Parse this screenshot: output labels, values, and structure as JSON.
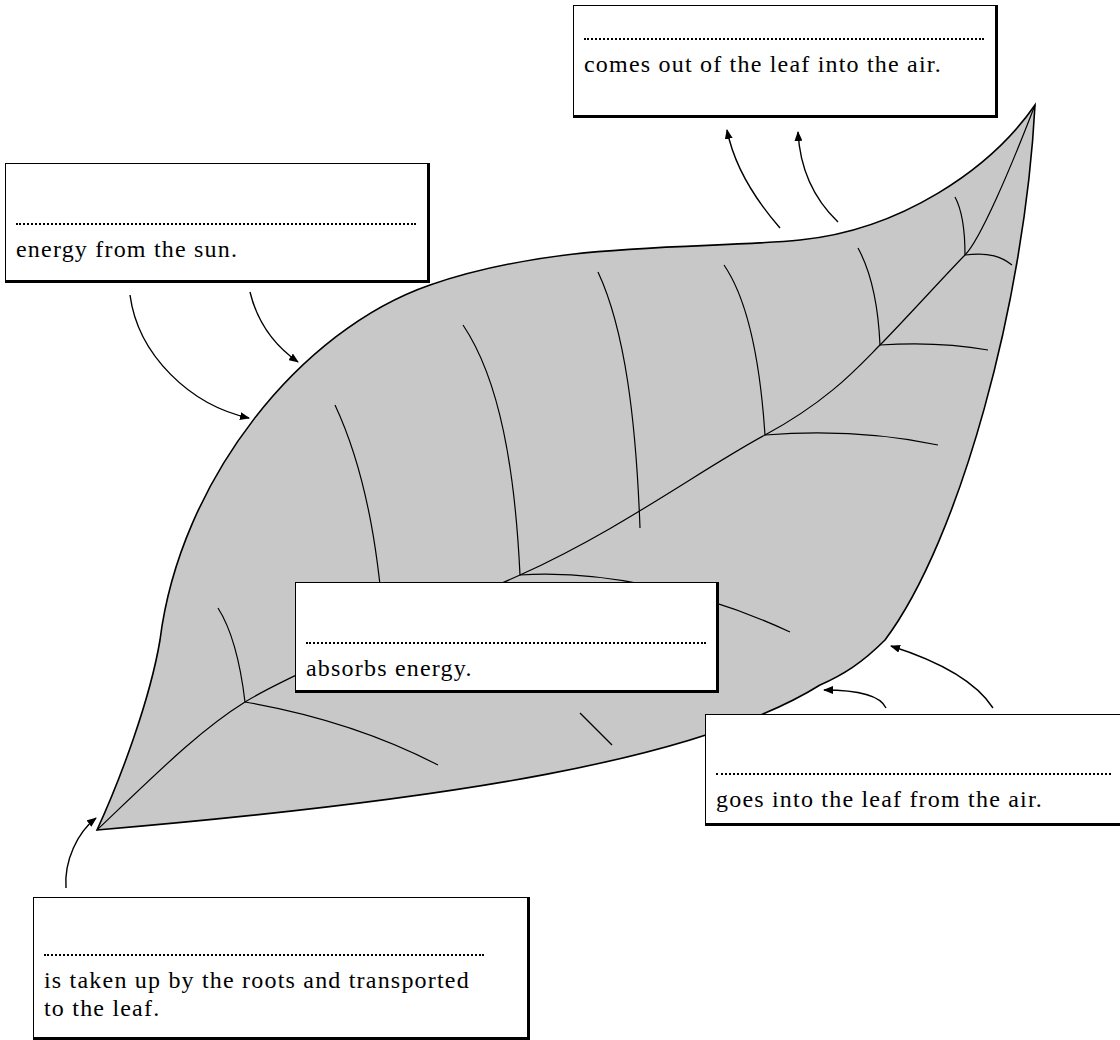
{
  "diagram": {
    "nodes": [
      {
        "text": [
          "comes out of the leaf into the air."
        ]
      },
      {
        "text": [
          "energy from the sun."
        ]
      },
      {
        "text": [
          "absorbs energy."
        ]
      },
      {
        "text": [
          "goes into the leaf from the air."
        ]
      },
      {
        "text": [
          "is taken up by the roots and transported to the leaf."
        ]
      }
    ]
  }
}
